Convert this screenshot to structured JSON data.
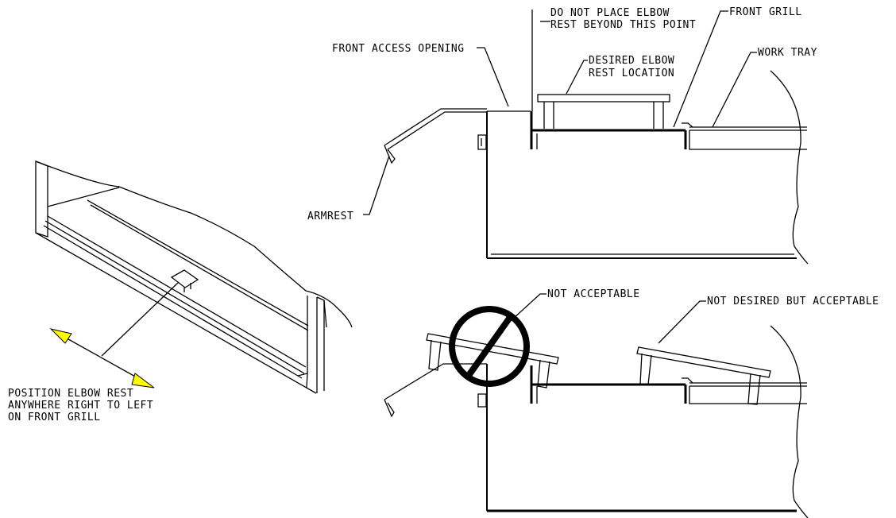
{
  "labels": {
    "do_not_place_1": "DO NOT PLACE ELBOW",
    "do_not_place_2": "REST BEYOND THIS POINT",
    "front_grill": "FRONT GRILL",
    "front_access_opening": "FRONT ACCESS OPENING",
    "desired_1": "DESIRED ELBOW",
    "desired_2": "REST LOCATION",
    "work_tray": "WORK TRAY",
    "armrest": "ARMREST",
    "not_acceptable": "NOT ACCEPTABLE",
    "not_desired": "NOT DESIRED BUT ACCEPTABLE",
    "position_1": "POSITION ELBOW REST",
    "position_2": "ANYWHERE RIGHT TO LEFT",
    "position_3": "ON FRONT GRILL"
  },
  "colors": {
    "line": "#000000",
    "arrow": "#ffff00",
    "accent": "#ffd400"
  }
}
